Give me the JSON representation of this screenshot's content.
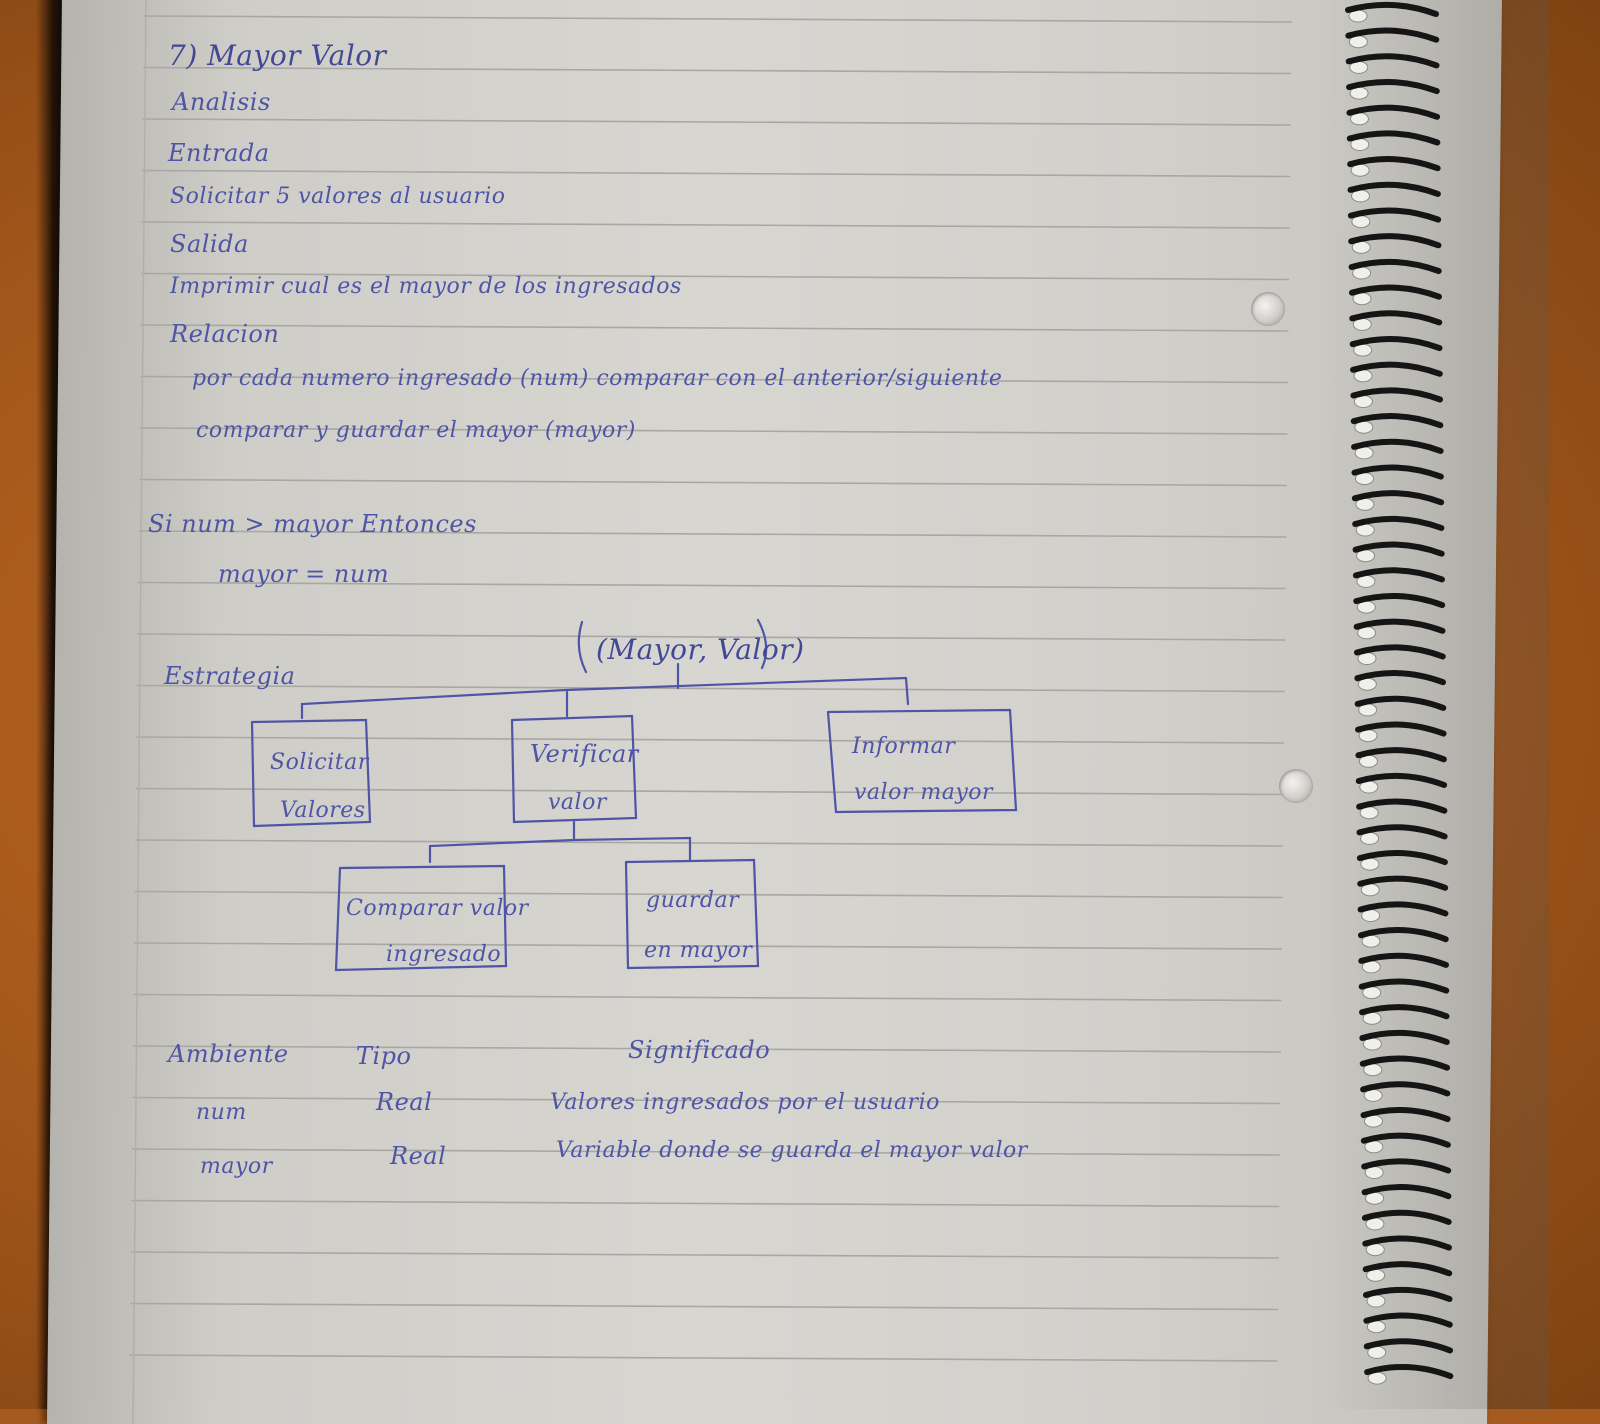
{
  "title": "7) Mayor Valor",
  "sections": {
    "analisis": "Analisis",
    "entrada": "Entrada",
    "entrada_text": "Solicitar 5 valores al usuario",
    "salida": "Salida",
    "salida_text": "Imprimir cual es el mayor de los ingresados",
    "relacion": "Relacion",
    "relacion_line1": "por cada numero ingresado (num) comparar con el anterior/siguiente",
    "relacion_line2": "comparar y guardar el mayor (mayor)"
  },
  "condition": {
    "line1": "Si num > mayor Entonces",
    "line2": "mayor = num"
  },
  "estrategia": {
    "label": "Estrategia",
    "root": "(Mayor, Valor)",
    "boxes": {
      "solicitar_l1": "Solicitar",
      "solicitar_l2": "Valores",
      "verificar_l1": "Verificar",
      "verificar_l2": "valor",
      "informar_l1": "Informar",
      "informar_l2": "valor mayor",
      "comparar_l1": "Comparar valor",
      "comparar_l2": "ingresado",
      "guardar_l1": "guardar",
      "guardar_l2": "en mayor"
    }
  },
  "ambiente": {
    "headers": [
      "Ambiente",
      "Tipo",
      "Significado"
    ],
    "rows": [
      [
        "num",
        "Real",
        "Valores ingresados por el usuario"
      ],
      [
        "mayor",
        "Real",
        "Variable donde se guarda el mayor valor"
      ]
    ]
  },
  "colors": {
    "ink": "#4e55a6",
    "paper": "#d8d6d1",
    "desk": "#a75a1d",
    "rule_lines": "#a9a7a2"
  }
}
